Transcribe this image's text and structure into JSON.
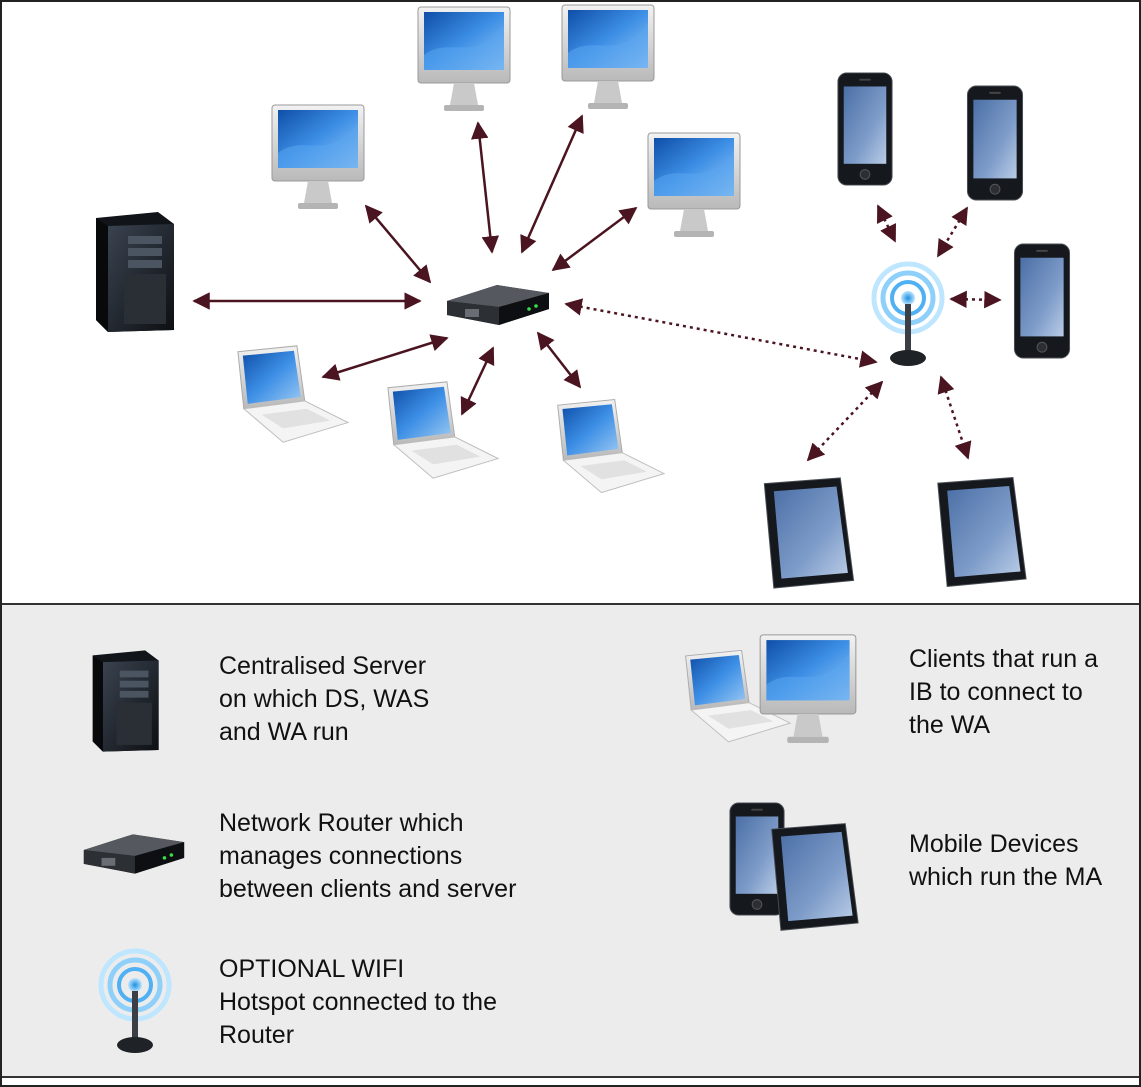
{
  "legend": {
    "server": {
      "icon": "server-tower-icon",
      "lines": [
        "Centralised Server",
        "on which DS, WAS",
        "and WA run"
      ]
    },
    "router": {
      "icon": "network-router-icon",
      "lines": [
        "Network Router which",
        "manages connections",
        "between clients and server"
      ]
    },
    "hotspot": {
      "icon": "wifi-hotspot-icon",
      "lines": [
        "OPTIONAL WIFI",
        "Hotspot connected to the",
        "Router"
      ]
    },
    "clients": {
      "icon": "laptop-desktop-icon",
      "lines": [
        "Clients that run a",
        "IB to connect to",
        "the WA"
      ]
    },
    "mobile": {
      "icon": "phone-tablet-icon",
      "lines": [
        "Mobile Devices",
        "which run the MA"
      ]
    }
  },
  "colors": {
    "arrow": "#4a1420",
    "legend_bg": "#ececec",
    "screen_blue": "#2f7fd6",
    "device_dark": "#1e2228"
  }
}
